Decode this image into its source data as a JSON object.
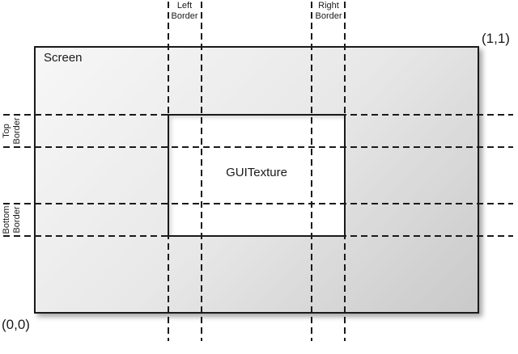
{
  "labels": {
    "screen": "Screen",
    "guitexture": "GUITexture",
    "left_border": "Left\nBorder",
    "right_border": "Right\nBorder",
    "top_border": "Top\nBorder",
    "bottom_border": "Bottom\nBorder",
    "corner_top_right": "(1,1)",
    "corner_bottom_left": "(0,0)"
  },
  "colors": {
    "line": "#1a1a1a",
    "screen_gradient_start": "#f7f7f7",
    "screen_gradient_end": "#c9c9c9",
    "texture_fill": "#ffffff",
    "background": "#ffffff"
  }
}
